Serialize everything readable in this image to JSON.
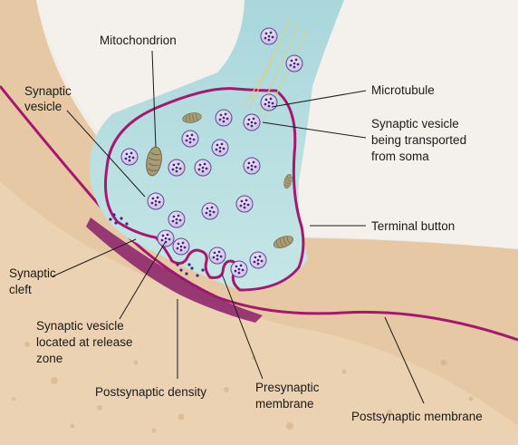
{
  "labels": {
    "mitochondrion": "Mitochondrion",
    "microtubule": "Microtubule",
    "synaptic_vesicle": [
      "Synaptic",
      "vesicle"
    ],
    "vesicle_transported": [
      "Synaptic vesicle",
      "being transported",
      "from soma"
    ],
    "terminal_button": "Terminal button",
    "synaptic_cleft": [
      "Synaptic",
      "cleft"
    ],
    "vesicle_release_zone": [
      "Synaptic vesicle",
      "located at release",
      "zone"
    ],
    "postsynaptic_density": "Postsynaptic density",
    "presynaptic_membrane": [
      "Presynaptic",
      "membrane"
    ],
    "postsynaptic_membrane": "Postsynaptic membrane"
  },
  "colors": {
    "background": "#f2ece4",
    "postsynaptic_tissue": "#e5c9a6",
    "terminal_fill": "#b7dde0",
    "membrane": "#a8176e",
    "postsynaptic_density": "#8a1f6a",
    "vesicle_fill": "#ded0ea",
    "vesicle_dots": "#3d2a86",
    "mitochondrion": "#a49a72",
    "microtubule": "#d4d488"
  },
  "icons": {
    "vesicle": "vesicle-icon",
    "mitochondrion": "mitochondrion-icon"
  }
}
